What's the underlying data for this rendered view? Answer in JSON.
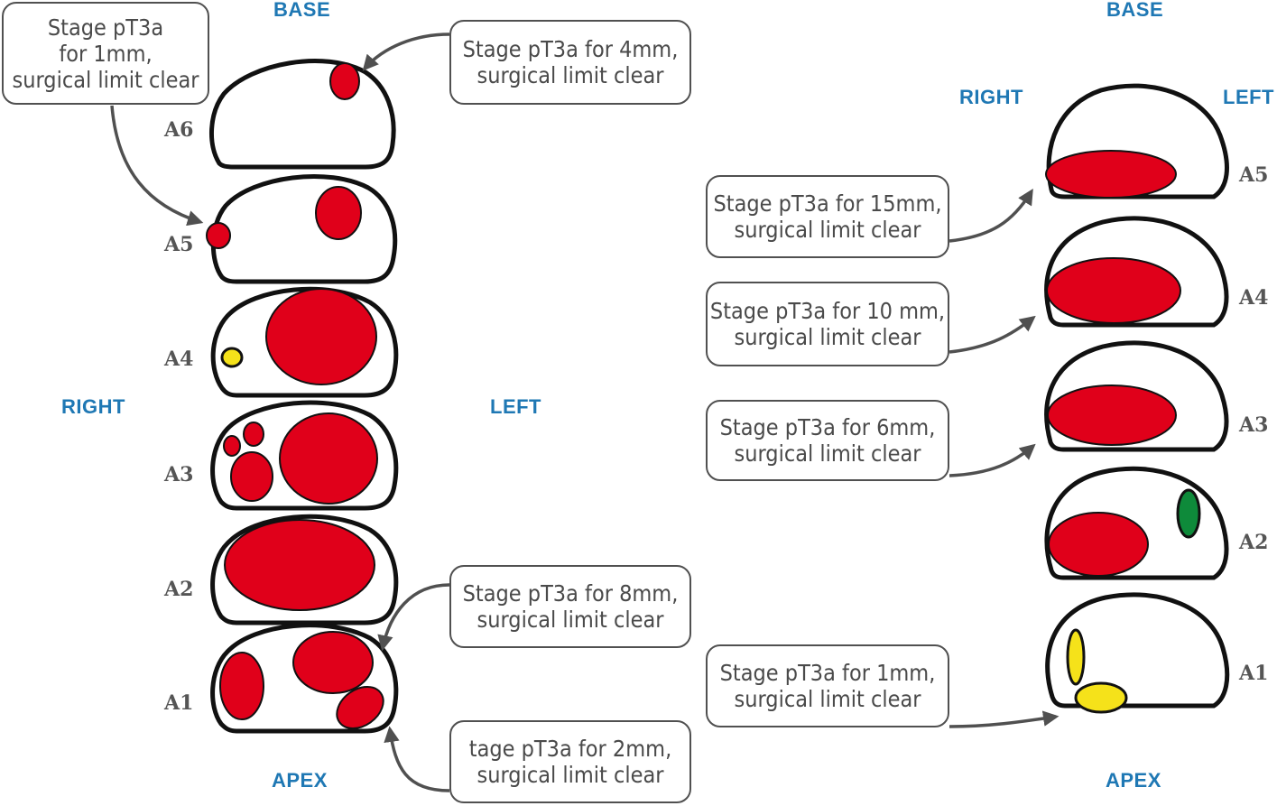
{
  "colors": {
    "tumor": "#e0001a",
    "yellow_focus": "#f5e21a",
    "green_focus": "#0e8a3a",
    "outline": "#111111",
    "arrow": "#505050",
    "orientation_text": "#1f78b4",
    "slice_label_text": "#555555"
  },
  "left_diagram": {
    "base_label": "BASE",
    "apex_label": "APEX",
    "right_label": "RIGHT",
    "left_label": "LEFT",
    "slice_labels": [
      "A6",
      "A5",
      "A4",
      "A3",
      "A2",
      "A1"
    ]
  },
  "right_diagram": {
    "base_label": "BASE",
    "apex_label": "APEX",
    "right_label": "RIGHT",
    "left_label": "LEFT",
    "slice_labels": [
      "A5",
      "A4",
      "A3",
      "A2",
      "A1"
    ]
  },
  "callouts": {
    "left_top": [
      "Stage pT3a",
      "for 1mm,",
      "surgical limit clear"
    ],
    "left_a6": [
      "Stage pT3a for 4mm,",
      "surgical limit clear"
    ],
    "left_a1_upper": [
      "Stage pT3a for 8mm,",
      "surgical limit clear"
    ],
    "left_a1_lower": [
      "tage pT3a for 2mm,",
      "surgical limit clear"
    ],
    "right_a5": [
      "Stage pT3a for 15mm,",
      "surgical limit clear"
    ],
    "right_a4": [
      "Stage pT3a for 10 mm,",
      "surgical limit clear"
    ],
    "right_a3": [
      "Stage pT3a for 6mm,",
      "surgical limit clear"
    ],
    "right_a1": [
      "Stage pT3a for 1mm,",
      "surgical limit clear"
    ]
  }
}
